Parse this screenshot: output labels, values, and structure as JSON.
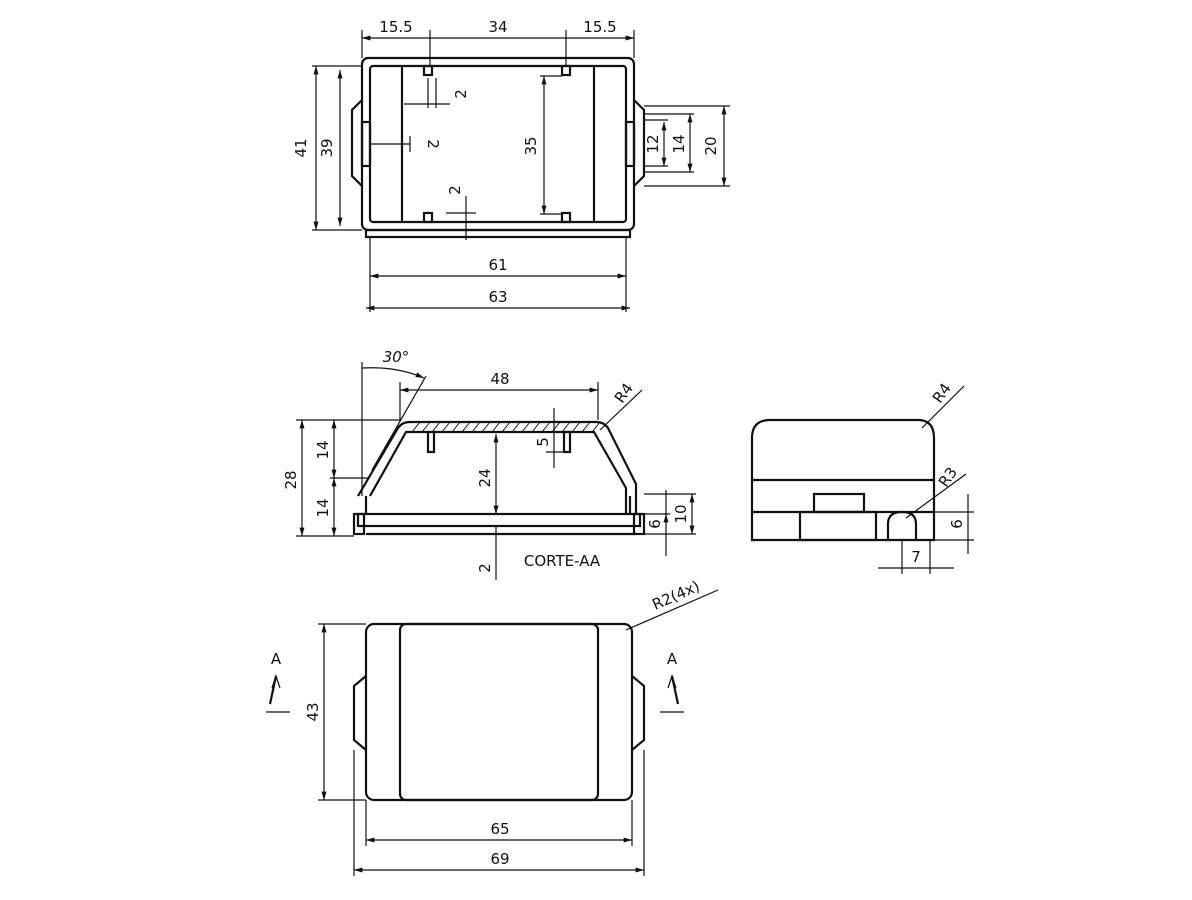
{
  "diagram": {
    "top_view": {
      "dims": {
        "left_width": "15.5",
        "middle_width": "34",
        "right_width": "15.5",
        "height_outer": "41",
        "height_inner": "39",
        "slot_width": "2",
        "side_slot": "2",
        "bottom_slot": "2",
        "inner_height": "35",
        "tab_inner": "12",
        "tab_mid": "14",
        "tab_outer": "20",
        "width_inner": "61",
        "width_outer": "63"
      }
    },
    "section_view": {
      "dims": {
        "angle": "30°",
        "top_width": "48",
        "radius": "R4",
        "total_height": "28",
        "upper_height": "14",
        "lower_height": "14",
        "inner_height": "24",
        "rib_height": "5",
        "base_thickness": "2",
        "step_6": "6",
        "step_10": "10"
      },
      "caption": "CORTE-AA"
    },
    "side_view": {
      "dims": {
        "radius_top": "R4",
        "radius_slot": "R3",
        "slot_height": "6",
        "slot_width": "7"
      }
    },
    "bottom_view": {
      "dims": {
        "corner_radius": "R2(4x)",
        "height": "43",
        "width_inner": "65",
        "width_outer": "69"
      },
      "section_mark_left": "A",
      "section_mark_right": "A"
    }
  }
}
